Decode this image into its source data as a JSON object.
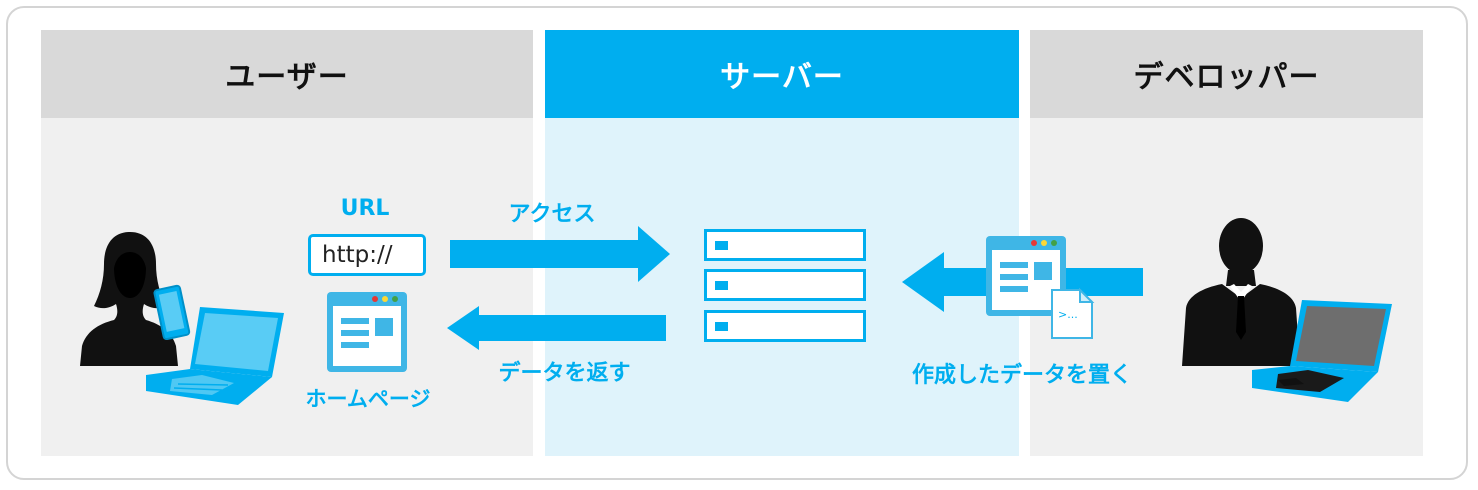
{
  "columns": {
    "user": "ユーザー",
    "server": "サーバー",
    "developer": "デベロッパー"
  },
  "labels": {
    "url": "URL",
    "url_value": "http://",
    "access": "アクセス",
    "return_data": "データを返す",
    "homepage": "ホームページ",
    "place_data": "作成したデータを置く",
    "terminal_prompt": ">..."
  },
  "icons": [
    "woman-silhouette-icon",
    "smartphone-icon",
    "laptop-icon",
    "webpage-icon",
    "server-rack-icon",
    "document-icon",
    "businessman-silhouette-icon"
  ],
  "colors": {
    "accent": "#00aeef",
    "header_gray": "#d9d9d9",
    "panel_gray": "#f0f0f0",
    "server_panel": "#dff3fb"
  }
}
